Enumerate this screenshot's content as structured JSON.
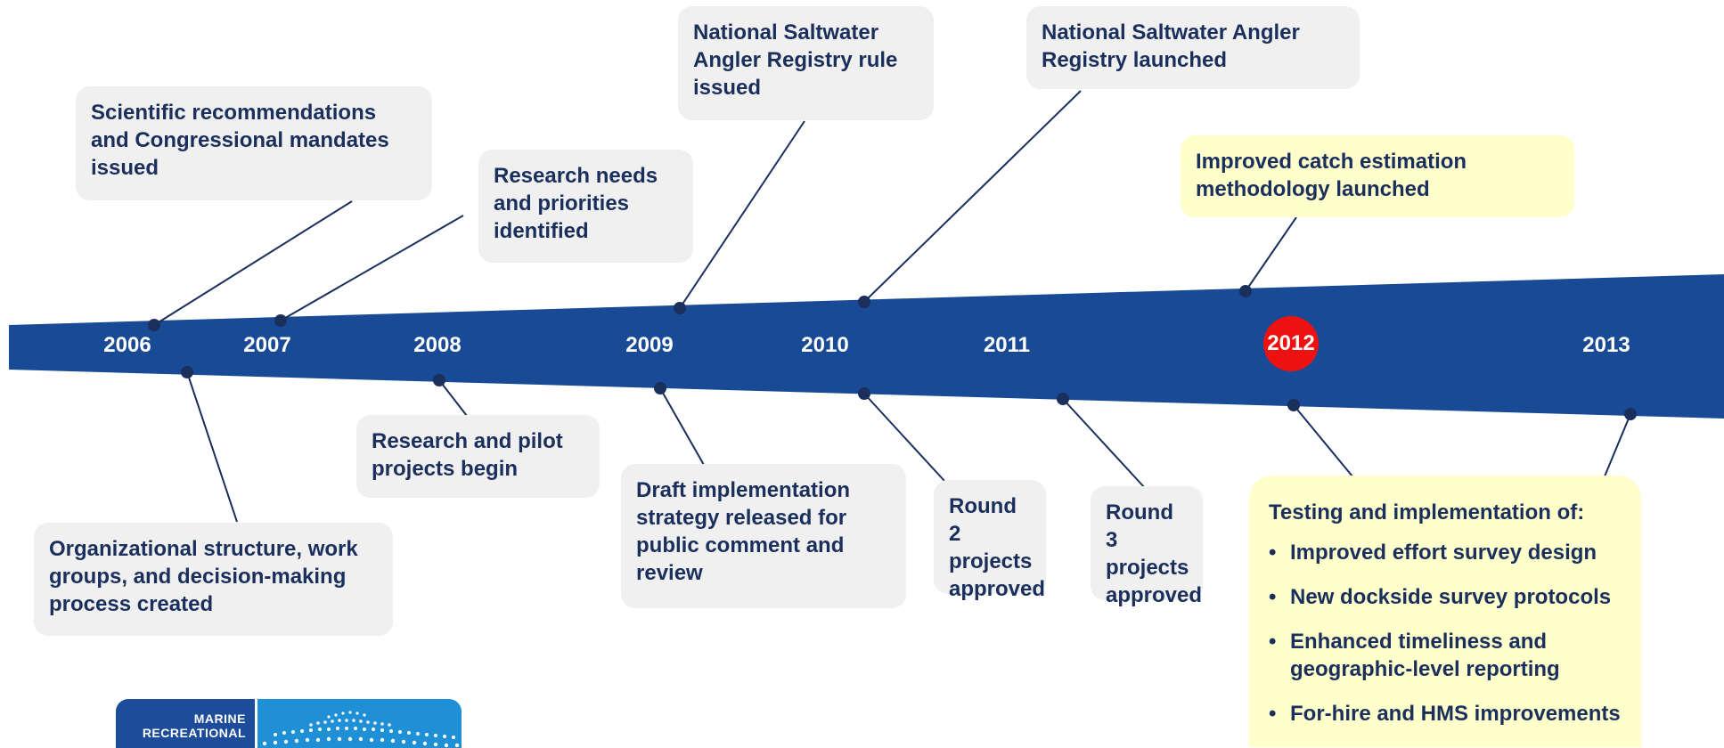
{
  "timeline": {
    "years": [
      {
        "label": "2006",
        "highlighted": false
      },
      {
        "label": "2007",
        "highlighted": false
      },
      {
        "label": "2008",
        "highlighted": false
      },
      {
        "label": "2009",
        "highlighted": false
      },
      {
        "label": "2010",
        "highlighted": false
      },
      {
        "label": "2011",
        "highlighted": false
      },
      {
        "label": "2012",
        "highlighted": true
      },
      {
        "label": "2013",
        "highlighted": false
      }
    ],
    "events_above": [
      {
        "text": "Scientific recommendations and Congressional mandates issued"
      },
      {
        "text": "Research needs and priorities identified"
      },
      {
        "text": "National Saltwater Angler Registry rule issued"
      },
      {
        "text": "National Saltwater Angler Registry launched"
      },
      {
        "text": "Improved catch estimation methodology launched",
        "highlighted": true
      }
    ],
    "events_below": [
      {
        "text": "Organizational structure, work groups, and decision-making process created"
      },
      {
        "text": "Research and pilot projects begin"
      },
      {
        "text": "Draft implementation strategy released for public comment and review"
      },
      {
        "text": "Round 2 projects approved"
      },
      {
        "text": "Round 3 projects approved"
      }
    ],
    "implementation_box": {
      "heading": "Testing and implementation of:",
      "items": [
        "Improved effort survey design",
        "New dockside survey protocols",
        "Enhanced timeliness and geographic-level reporting",
        "For-hire and HMS improvements"
      ],
      "highlighted": true
    }
  },
  "logo": {
    "line1": "MARINE",
    "line2": "RECREATIONAL"
  },
  "colors": {
    "band": "#184a96",
    "connector": "#1b2f5c",
    "box_background": "#f0f0f0",
    "highlight_background": "#ffffcc",
    "active_year": "#ee1111",
    "text": "#1b2f5c"
  }
}
